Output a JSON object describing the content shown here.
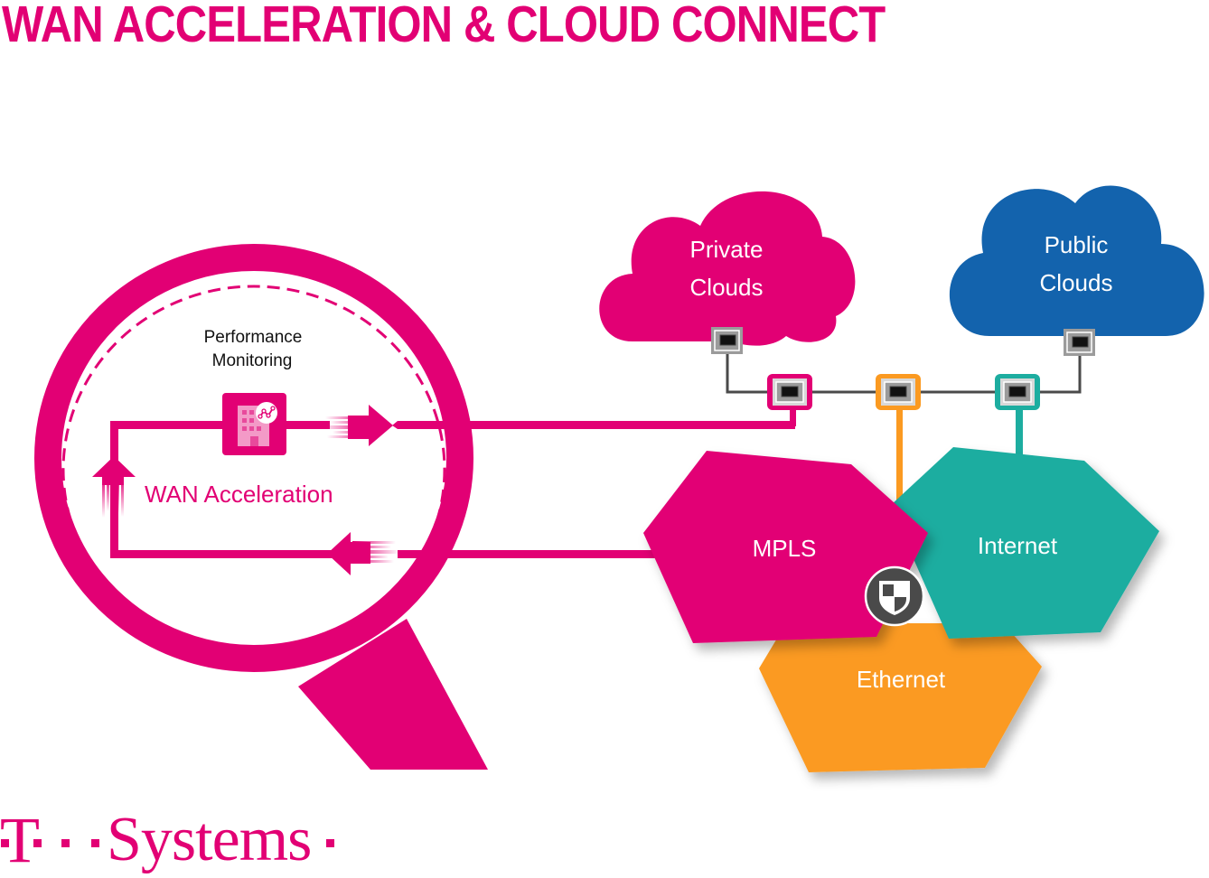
{
  "title": "WAN ACCELERATION & CLOUD CONNECT",
  "colors": {
    "magenta": "#e20074",
    "magenta_light": "#f39ac7",
    "blue": "#1363ad",
    "teal": "#1dada0",
    "orange": "#fb9a21",
    "gray_dark": "#4a4a4a",
    "gray_mid": "#9b9b9b",
    "text_dark": "#111111",
    "white": "#ffffff"
  },
  "magnifier": {
    "performance_label_line1": "Performance",
    "performance_label_line2": "Monitoring",
    "wan_acceleration_label": "WAN Acceleration",
    "icons": [
      "building-icon",
      "analytics-chart-icon",
      "arrow-right-icon",
      "arrow-left-icon",
      "arrow-up-icon"
    ]
  },
  "clouds": [
    {
      "id": "private",
      "line1": "Private",
      "line2": "Clouds"
    },
    {
      "id": "public",
      "line1": "Public",
      "line2": "Clouds"
    }
  ],
  "connectors": [
    {
      "id": "private-cloud-port",
      "border": "gray"
    },
    {
      "id": "mpls-port",
      "border": "magenta"
    },
    {
      "id": "ethernet-port",
      "border": "orange"
    },
    {
      "id": "internet-port",
      "border": "teal"
    },
    {
      "id": "public-cloud-port",
      "border": "gray"
    }
  ],
  "networks": [
    {
      "id": "mpls",
      "label": "MPLS"
    },
    {
      "id": "internet",
      "label": "Internet"
    },
    {
      "id": "ethernet",
      "label": "Ethernet"
    }
  ],
  "security_badge": "shield-icon",
  "brand": {
    "t_mark": "T",
    "wordmark": "Systems"
  }
}
